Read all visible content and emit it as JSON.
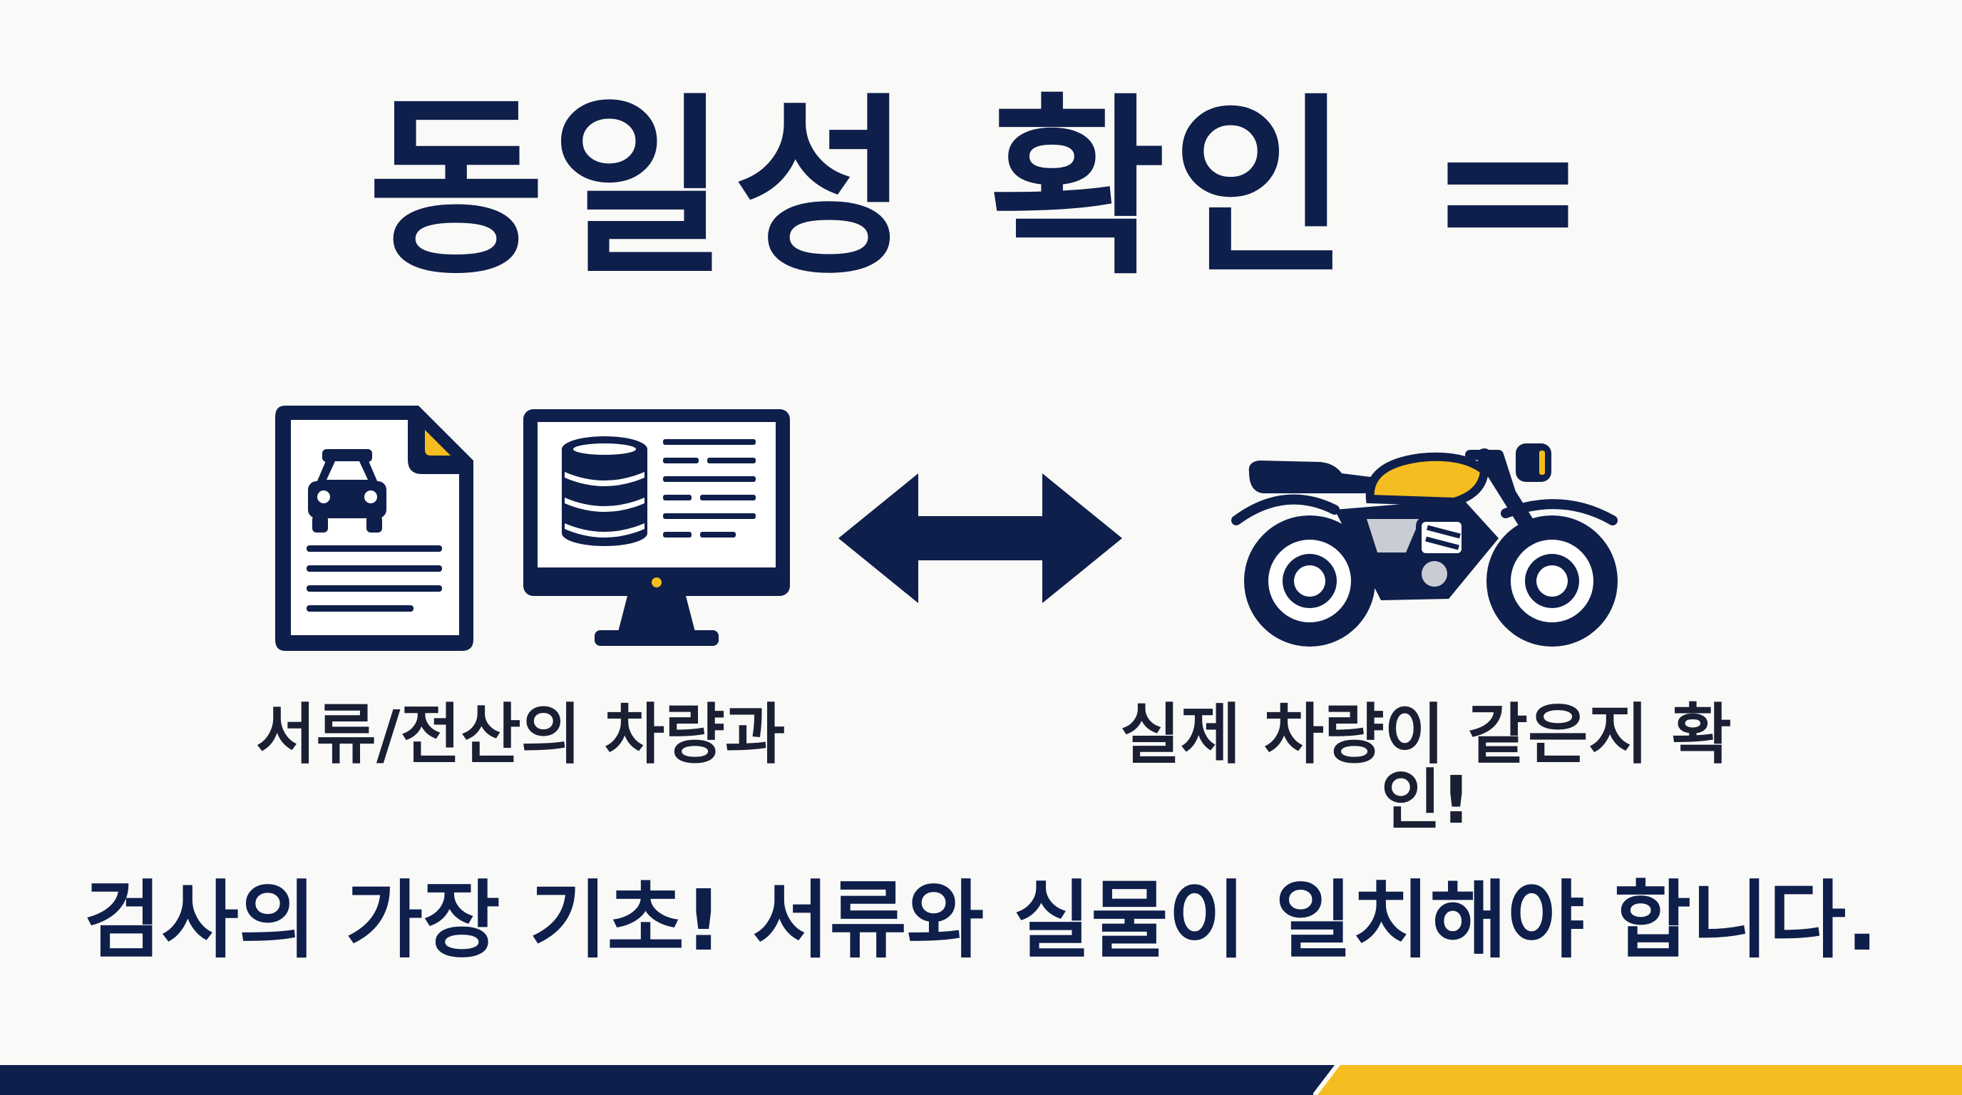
{
  "title": "동일성 확인 =",
  "caption_left": "서류/전산의 차량과",
  "caption_right": "실제 차량이 같은지 확인!",
  "bottom_text": "검사의 가장 기초! 서류와 실물이 일치해야 합니다.",
  "icons": [
    "document-car-icon",
    "computer-database-icon",
    "double-arrow-icon",
    "motorcycle-icon"
  ],
  "colors": {
    "navy": "#0f1f4b",
    "yellow": "#f5bd1f",
    "background": "#f9f9f7"
  }
}
